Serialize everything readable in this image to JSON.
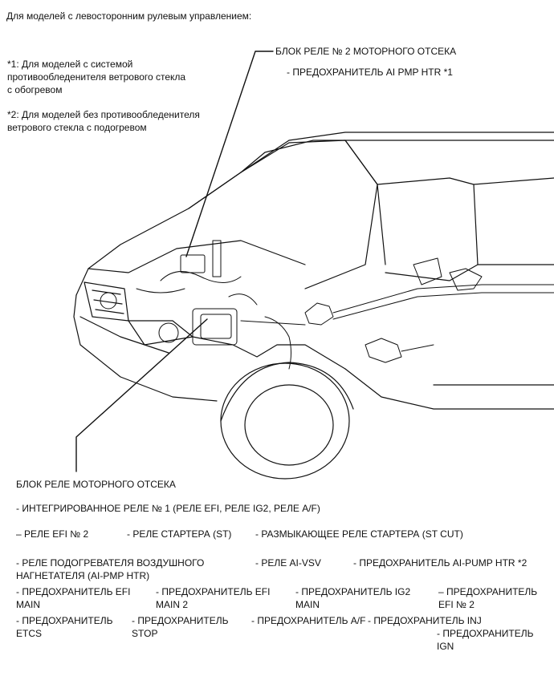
{
  "header": "Для моделей с левосторонним рулевым управлением:",
  "notes": {
    "note1": "*1: Для моделей с системой противообледенителя ветрового стекла с обогревом",
    "note2": "*2: Для моделей без противообледенителя ветрового стекла с подогревом"
  },
  "relay_block_2": {
    "title": "БЛОК РЕЛЕ № 2 МОТОРНОГО ОТСЕКА",
    "items": [
      "- ПРЕДОХРАНИТЕЛЬ AI PMP HTR *1"
    ]
  },
  "relay_block": {
    "title": "БЛОК РЕЛЕ МОТОРНОГО ОТСЕКА",
    "items": [
      "- ИНТЕГРИРОВАННОЕ РЕЛЕ № 1 (РЕЛЕ EFI, РЕЛЕ IG2, РЕЛЕ A/F)",
      "– РЕЛЕ EFI № 2",
      "- РЕЛЕ СТАРТЕРА (ST)",
      "- РАЗМЫКАЮЩЕЕ РЕЛЕ СТАРТЕРА (ST CUT)",
      "- РЕЛЕ ПОДОГРЕВАТЕЛЯ ВОЗДУШНОГО НАГНЕТАТЕЛЯ (AI-PMP HTR)",
      "- РЕЛЕ AI-VSV",
      "- ПРЕДОХРАНИТЕЛЬ AI-PUMP HTR *2",
      "- ПРЕДОХРАНИТЕЛЬ EFI MAIN",
      "- ПРЕДОХРАНИТЕЛЬ EFI MAIN 2",
      "- ПРЕДОХРАНИТЕЛЬ IG2 MAIN",
      "– ПРЕДОХРАНИТЕЛЬ EFI № 2",
      "- ПРЕДОХРАНИТЕЛЬ ETCS",
      "- ПРЕДОХРАНИТЕЛЬ STOP",
      "- ПРЕДОХРАНИТЕЛЬ A/F",
      "- ПРЕДОХРАНИТЕЛЬ INJ",
      "- ПРЕДОХРАНИТЕЛЬ IGN"
    ]
  }
}
